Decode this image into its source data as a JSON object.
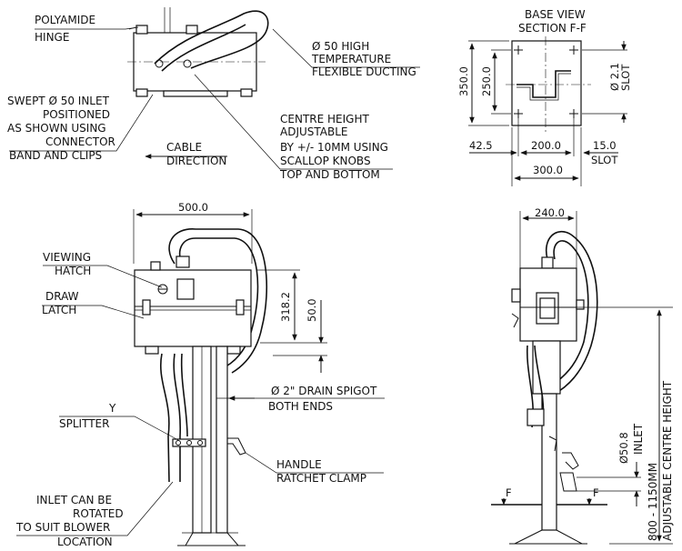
{
  "labels": {
    "polyamide_hinge": [
      "POLYAMIDE",
      "HINGE"
    ],
    "flexible_ducting": [
      "Ø 50 HIGH",
      "TEMPERATURE",
      "FLEXIBLE DUCTING"
    ],
    "swept_inlet": [
      "SWEPT Ø 50 INLET",
      "POSITIONED",
      "AS SHOWN USING",
      "CONNECTOR",
      "BAND AND CLIPS"
    ],
    "cable_direction": [
      "CABLE",
      "DIRECTION"
    ],
    "centre_height": [
      "CENTRE HEIGHT",
      "ADJUSTABLE",
      "BY +/- 10MM USING",
      "SCALLOP KNOBS",
      "TOP AND BOTTOM"
    ],
    "base_view": [
      "BASE VIEW",
      "SECTION F-F"
    ],
    "viewing_hatch": [
      "VIEWING",
      "HATCH"
    ],
    "draw_latch": [
      "DRAW",
      "LATCH"
    ],
    "drain_spigot": [
      "Ø 2\" DRAIN SPIGOT",
      "BOTH ENDS"
    ],
    "y_splitter": [
      "Y",
      "SPLITTER"
    ],
    "handle": [
      "HANDLE",
      "RATCHET CLAMP"
    ],
    "inlet_rotated": [
      "INLET CAN BE",
      "ROTATED",
      "TO SUIT BLOWER",
      "LOCATION"
    ],
    "inlet_side": "INLET",
    "adjustable_height": "ADJUSTABLE CENTRE HEIGHT",
    "section_marker": "F"
  },
  "dimensions": {
    "base_350": "350.0",
    "base_250": "250.0",
    "base_hole": "Ø 2.1",
    "base_slot_v": "SLOT",
    "base_42": "42.5",
    "base_200": "200.0",
    "base_15": "15.0",
    "base_slot_h": "SLOT",
    "base_300": "300.0",
    "front_500": "500.0",
    "front_318": "318.2",
    "front_50": "50.0",
    "side_240": "240.0",
    "side_inlet_dia": "Ø50.8",
    "side_height_range": "800 - 1150MM"
  }
}
